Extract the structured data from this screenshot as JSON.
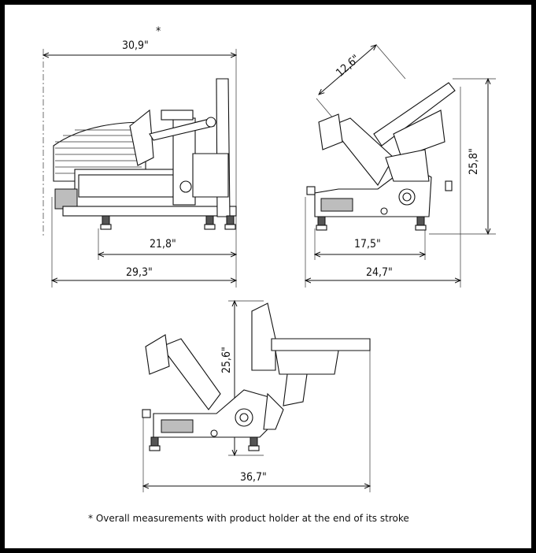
{
  "diagram": {
    "asterisk": "*",
    "dimensions": {
      "side_overall_width": "30,9\"",
      "side_base_width": "21,8\"",
      "side_body_width": "29,3\"",
      "angled_blade": "12,6\"",
      "angled_height": "25,8\"",
      "angled_base_width": "17,5\"",
      "angled_overall_width": "24,7\"",
      "front_height": "25,6\"",
      "front_overall_width": "36,7\""
    },
    "footnote": "* Overall measurements with product holder at the end of its stroke"
  }
}
